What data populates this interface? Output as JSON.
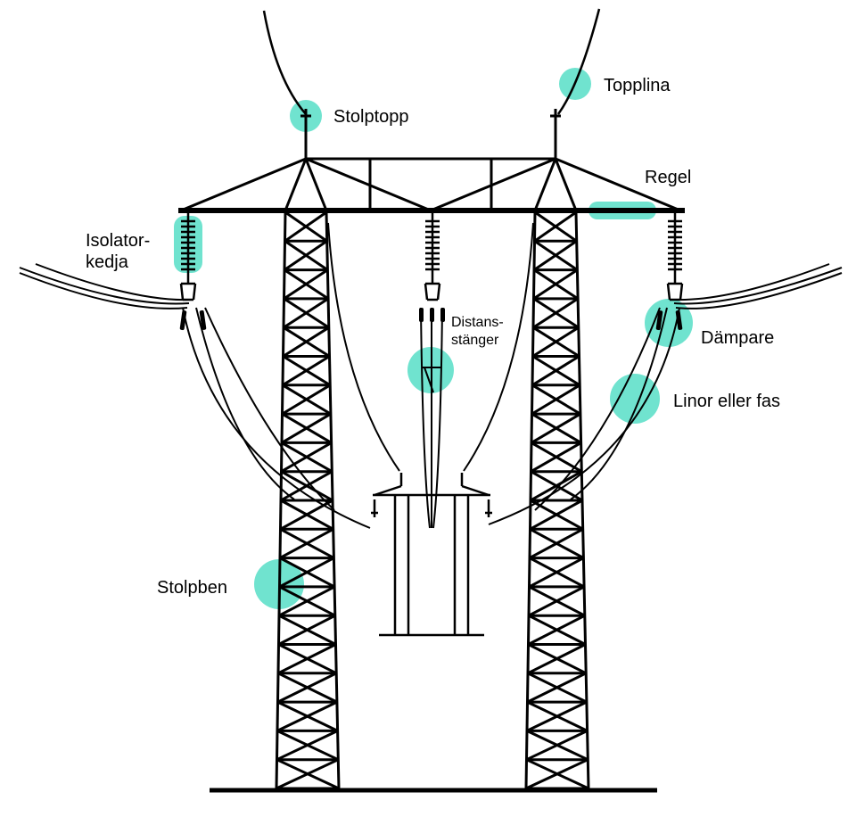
{
  "diagram": {
    "accent_color": "#70E3CF",
    "line_color": "#000000",
    "labels": {
      "stolptopp": "Stolptopp",
      "topplina": "Topplina",
      "regel": "Regel",
      "isolatorkedja_1": "Isolator-",
      "isolatorkedja_2": "kedja",
      "distansstanger_1": "Distans-",
      "distansstanger_2": "stänger",
      "dampare": "Dämpare",
      "linor_eller_fas": "Linor eller fas",
      "stolpben": "Stolpben"
    }
  }
}
